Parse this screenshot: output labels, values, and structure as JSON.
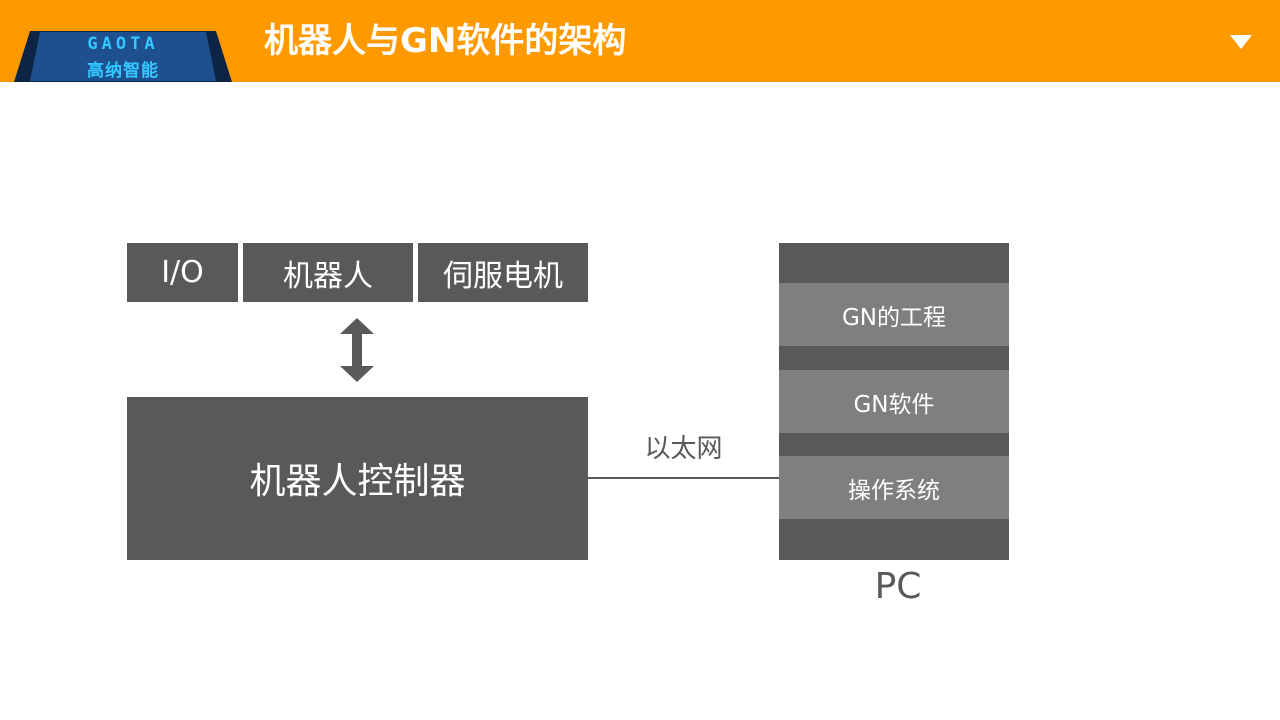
{
  "header": {
    "logo_en": "GAOTA",
    "logo_cn": "高纳智能",
    "title": "机器人与GN软件的架构",
    "menu_icon": "triangle-down-icon"
  },
  "diagram": {
    "top_boxes": [
      "I/O",
      "机器人",
      "伺服电机"
    ],
    "controller": "机器人控制器",
    "link_label": "以太网",
    "pc_layers": [
      "GN的工程",
      "GN软件",
      "操作系统"
    ],
    "pc_label": "PC"
  },
  "colors": {
    "header_bg": "#ff9900",
    "box_dark": "#595959",
    "box_light": "#7f7f7f",
    "logo_text": "#33c8ff"
  }
}
